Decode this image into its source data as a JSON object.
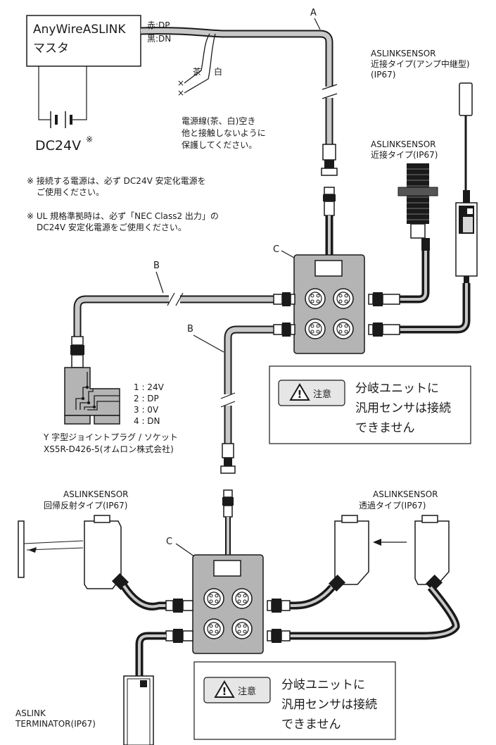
{
  "master": {
    "line1": "AnyWireASLINK",
    "line2": "マスタ"
  },
  "wires": {
    "red": "赤:DP",
    "black": "黒:DN",
    "brown": "茶",
    "white": "白"
  },
  "power_note": {
    "line1": "電源線(茶、白)空き",
    "line2": "他と接触しないように",
    "line3": "保護してください。"
  },
  "supply": {
    "label": "DC24V",
    "mark": "※"
  },
  "notes": {
    "note1_line1": "※ 接続する電源は、必ず DC24V 安定化電源を",
    "note1_line2": "ご使用ください。",
    "note2_line1": "※ UL 規格準拠時は、必ず「NEC Class2 出力」の",
    "note2_line2": "DC24V 安定化電源をご使用ください。"
  },
  "labels": {
    "cable_a": "A",
    "cable_b1": "B",
    "cable_b2": "B",
    "unit_c1": "C",
    "unit_c2": "C"
  },
  "sensor_amp": {
    "line1": "ASLINKSENSOR",
    "line2": "近接タイプ(アンプ中継型)",
    "line3": "(IP67)"
  },
  "sensor_prox": {
    "line1": "ASLINKSENSOR",
    "line2": "近接タイプ(IP67)"
  },
  "sensor_retro": {
    "line1": "ASLINKSENSOR",
    "line2": "回帰反射タイプ(IP67)"
  },
  "sensor_thru": {
    "line1": "ASLINKSENSOR",
    "line2": "透過タイプ(IP67)"
  },
  "terminator": {
    "line1": "ASLINK",
    "line2": "TERMINATOR(IP67)"
  },
  "pins": {
    "p1": "1 : 24V",
    "p2": "2 : DP",
    "p3": "3 : 0V",
    "p4": "4 : DN"
  },
  "plug": {
    "line1": "Y 字型ジョイントプラグ / ソケット",
    "line2": "XS5R-D426-5(オムロン株式会社)"
  },
  "warning": {
    "caution": "注意",
    "line1": "分岐ユニットに",
    "line2": "汎用センサは接続",
    "line3": "できません"
  }
}
